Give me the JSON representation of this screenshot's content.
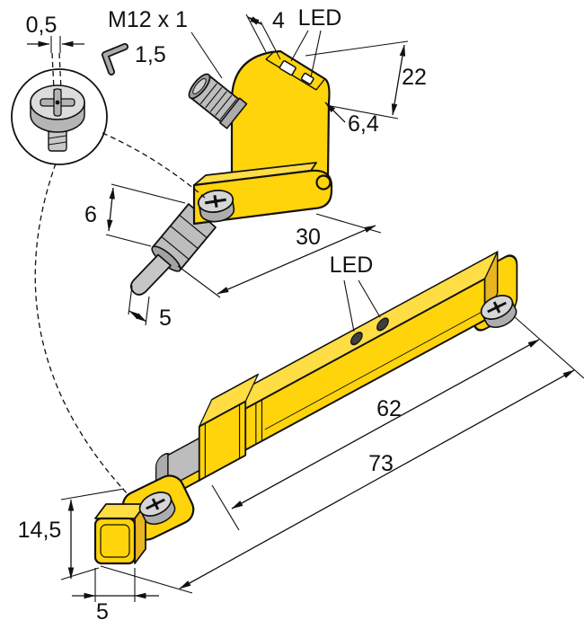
{
  "drawing": {
    "type": "technical-dimension-drawing",
    "labels": {
      "dim_screw_slot": "0,5",
      "thread_spec": "M12 x 1",
      "hex_key_size": "1,5",
      "dim_led_width": "4",
      "led_top": "LED",
      "dim_head_height": "22",
      "dim_head_depth": "6,4",
      "dim_head_length": "30",
      "dim_clamp_dia": "6",
      "dim_rod_dia": "5",
      "led_side": "LED",
      "dim_body_length": "62",
      "dim_overall_length": "73",
      "dim_end_height": "14,5",
      "dim_end_width": "5"
    },
    "icons": [
      "phillips-screw-icon",
      "hex-key-icon"
    ],
    "colors": {
      "body_yellow": "#FFD40A",
      "body_yellow_light": "#FFDD44",
      "body_yellow_dark": "#E8B520",
      "metal_gray": "#BDBDBD",
      "line_black": "#111111",
      "background": "#FFFFFF"
    }
  }
}
